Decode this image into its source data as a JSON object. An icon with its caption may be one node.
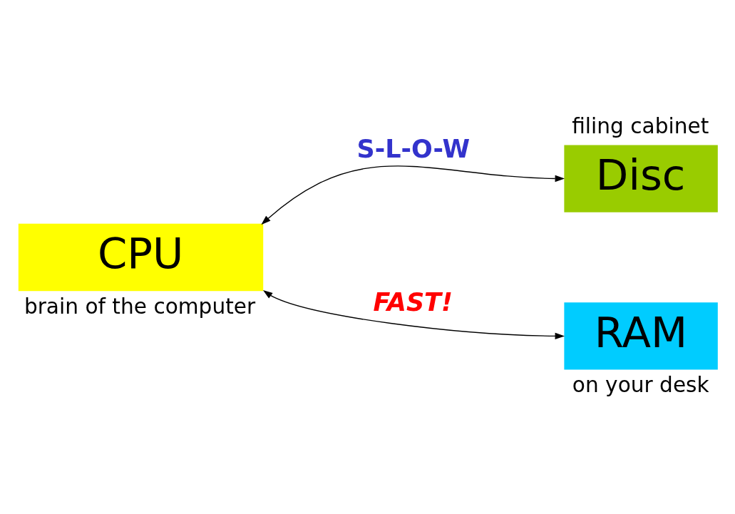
{
  "diagram": {
    "nodes": [
      {
        "text": [
          "CPU"
        ],
        "beside": [
          "brain of the computer"
        ]
      },
      {
        "text": [
          "Disc"
        ],
        "beside": [
          "filing cabinet"
        ]
      },
      {
        "text": [
          "RAM"
        ],
        "beside": [
          "on your desk"
        ]
      }
    ],
    "edges": [
      {
        "from": 0,
        "to": 1,
        "arrow": "both",
        "label": "S-L-O-W"
      },
      {
        "from": 0,
        "to": 2,
        "arrow": "both",
        "label": "FAST!"
      }
    ]
  }
}
